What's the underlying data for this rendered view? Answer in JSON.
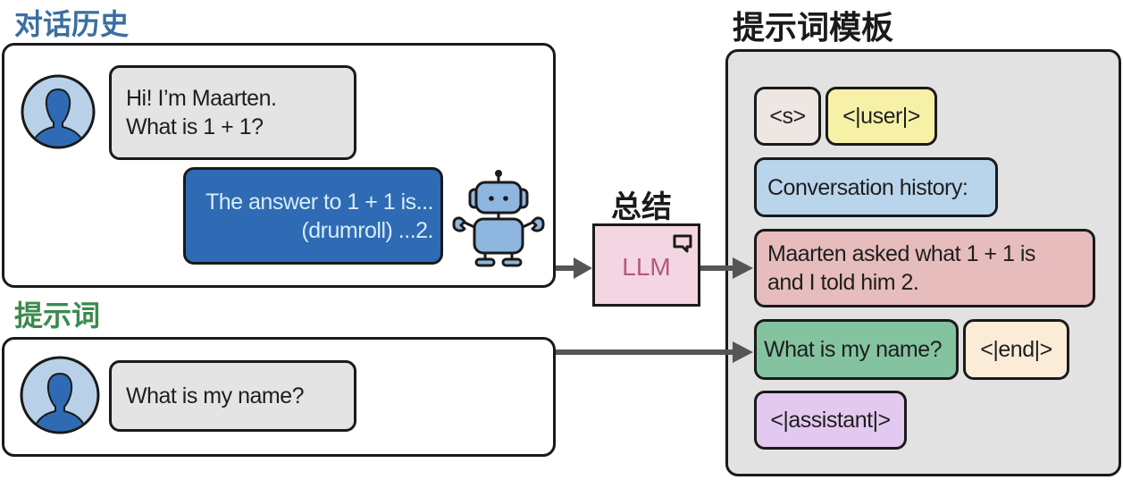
{
  "history_section": {
    "title": "对话历史",
    "title_color": "#3a6fa0",
    "user_message": {
      "lines": [
        "Hi! I’m Maarten.",
        "What is 1 + 1?"
      ]
    },
    "assistant_message": {
      "lines": [
        "The answer to 1 + 1 is...",
        "(drumroll) ...2."
      ]
    }
  },
  "prompt_section": {
    "title": "提示词",
    "title_color": "#3b8a4e",
    "user_message": {
      "text": "What is my name?"
    }
  },
  "summarizer": {
    "label": "总结",
    "model": "LLM",
    "icon": "speech-bubble-icon"
  },
  "template_section": {
    "title": "提示词模板",
    "tokens": {
      "start": "<s>",
      "user": "<|user|>",
      "history_header": "Conversation history:",
      "summary_lines": [
        "Maarten asked what 1 + 1 is",
        "and I told him 2."
      ],
      "question": "What is my name?",
      "end": "<|end|>",
      "assistant": "<|assistant|>"
    }
  },
  "colors": {
    "user_bubble": "#e4e4e4",
    "assistant_bubble": "#2e6bb4",
    "llm_box": "#f4d6e2",
    "template_bg": "#e2e2e2",
    "chip_start": "#ede6e3",
    "chip_user": "#f7f1a8",
    "chip_history": "#b9d5eb",
    "chip_summary": "#e7bcbc",
    "chip_question": "#84c3a0",
    "chip_end": "#fbecd8",
    "chip_assistant": "#e3c9f0",
    "arrow": "#555555"
  }
}
